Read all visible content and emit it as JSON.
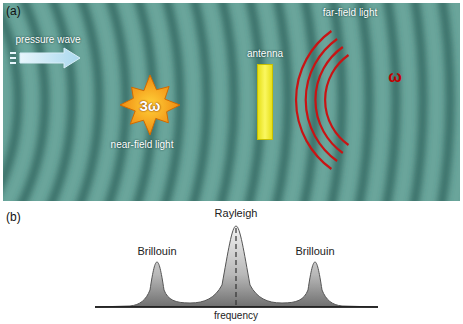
{
  "diagram": {
    "nodes": [
      {
        "text": [
          "3ω"
        ]
      },
      {
        "text": [
          "antenna"
        ]
      }
    ],
    "labels": [
      "(a)",
      "pressure wave",
      "near-field light",
      "far-field light",
      "ω",
      "(b)",
      "Rayleigh",
      "Brillouin",
      "Brillouin",
      "frequency"
    ]
  }
}
